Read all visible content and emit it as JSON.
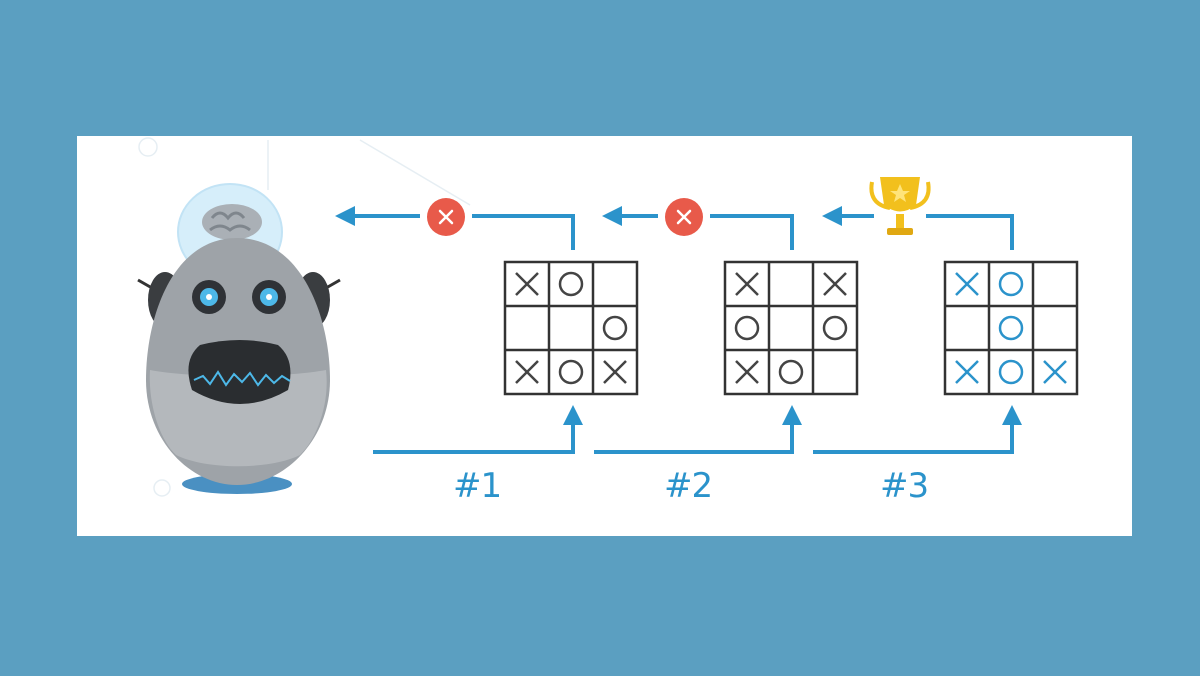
{
  "colors": {
    "background": "#5b9fc1",
    "panel": "#ffffff",
    "arrow": "#2b93cb",
    "fail_badge": "#e85a4a",
    "trophy": "#f2c01d",
    "grid_line": "#333333",
    "mark_default": "#444444",
    "mark_winning": "#2b93cb"
  },
  "robot": {
    "icon": "robot-icon"
  },
  "attempts": [
    {
      "label": "#1",
      "result": "loss",
      "result_icon": "x-circle-icon",
      "board": [
        "X",
        "O",
        "",
        "",
        "",
        "O",
        "X",
        "O",
        "X"
      ]
    },
    {
      "label": "#2",
      "result": "loss",
      "result_icon": "x-circle-icon",
      "board": [
        "X",
        "",
        "X",
        "O",
        "",
        "O",
        "X",
        "O",
        ""
      ]
    },
    {
      "label": "#3",
      "result": "win",
      "result_icon": "trophy-icon",
      "board": [
        "X",
        "O",
        "",
        "",
        "O",
        "",
        "X",
        "O",
        "X"
      ]
    }
  ]
}
